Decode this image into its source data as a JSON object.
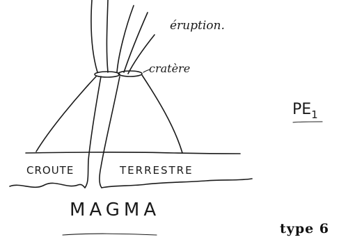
{
  "diagram": {
    "labels": {
      "eruption": "éruption.",
      "cratere": "cratère",
      "croute": "CROUTE",
      "terrestre": "TERRESTRE",
      "magma": "MAGMA",
      "pe_main": "PE",
      "pe_sub": "1"
    },
    "footer": {
      "type_label": "type 6"
    }
  }
}
